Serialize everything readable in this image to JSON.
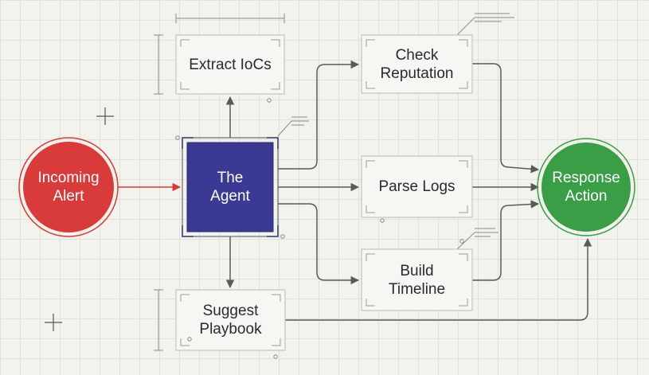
{
  "nodes": {
    "incoming_alert": {
      "line1": "Incoming",
      "line2": "Alert",
      "fill": "#d93a3a"
    },
    "the_agent": {
      "line1": "The",
      "line2": "Agent",
      "fill": "#3a3a94"
    },
    "extract_iocs": {
      "line1": "Extract IoCs"
    },
    "check_reputation": {
      "line1": "Check",
      "line2": "Reputation"
    },
    "parse_logs": {
      "line1": "Parse Logs"
    },
    "build_timeline": {
      "line1": "Build",
      "line2": "Timeline"
    },
    "suggest_playbook": {
      "line1": "Suggest",
      "line2": "Playbook"
    },
    "response_action": {
      "line1": "Response",
      "line2": "Action",
      "fill": "#3a9e47"
    }
  },
  "colors": {
    "connector": "#5a5a5a",
    "alert_edge": "#d93a3a",
    "box_border": "#c4c4c0",
    "box_fill": "#f6f6f2"
  }
}
